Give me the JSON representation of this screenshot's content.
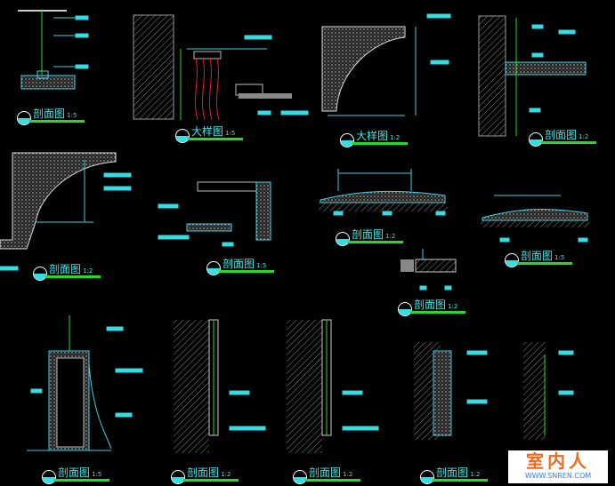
{
  "drawing": {
    "title": "CAD section details",
    "colors": {
      "background": "#000000",
      "text": "#39e6e6",
      "underline": "#22dd22",
      "lines": "#3fd0e0",
      "hatch": "#9a9a9a",
      "accent": "#e02020"
    },
    "labels": [
      {
        "text": "剖面图",
        "scale": "1:5"
      },
      {
        "text": "大样图",
        "scale": "1:5"
      },
      {
        "text": "大样图",
        "scale": "1:2"
      },
      {
        "text": "剖面图",
        "scale": "1:2"
      },
      {
        "text": "剖面图",
        "scale": "1:2"
      },
      {
        "text": "剖面图",
        "scale": "1:5"
      },
      {
        "text": "剖面图",
        "scale": "1:2"
      },
      {
        "text": "剖面图",
        "scale": "1:5"
      },
      {
        "text": "剖面图",
        "scale": "1:2"
      },
      {
        "text": "剖面图",
        "scale": "1:5"
      },
      {
        "text": "剖面图",
        "scale": "1:2"
      },
      {
        "text": "剖面图",
        "scale": "1:2"
      },
      {
        "text": "剖面图",
        "scale": "1:2"
      }
    ]
  },
  "watermark": {
    "name": "室内人",
    "url": "WWW.SNREN.COM"
  }
}
